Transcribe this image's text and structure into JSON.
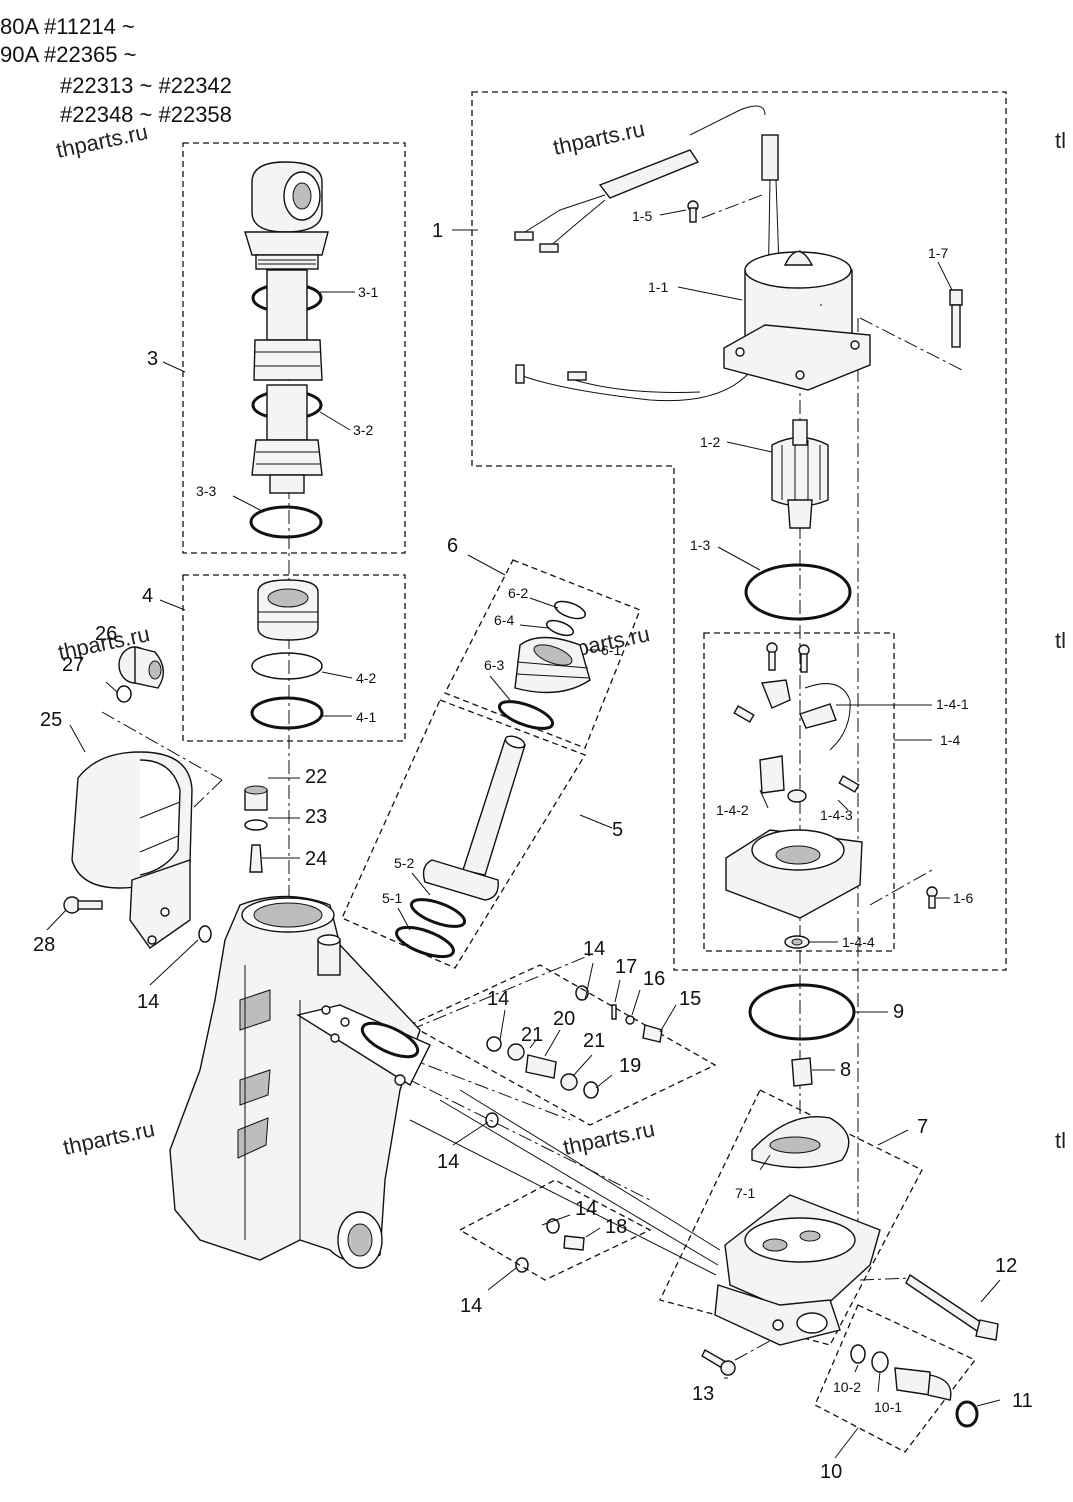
{
  "header_lines": [
    "80A  #11214 ~",
    "90A  #22365 ~",
    "#22313 ~ #22342",
    "#22348 ~ #22358"
  ],
  "watermark": "thparts.ru",
  "edge_fragment": "tl",
  "callouts": {
    "c1": "1",
    "c1_1": "1-1",
    "c1_2": "1-2",
    "c1_3": "1-3",
    "c1_4": "1-4",
    "c1_4_1": "1-4-1",
    "c1_4_2": "1-4-2",
    "c1_4_3": "1-4-3",
    "c1_4_4": "1-4-4",
    "c1_5": "1-5",
    "c1_6": "1-6",
    "c1_7": "1-7",
    "c3": "3",
    "c3_1": "3-1",
    "c3_2": "3-2",
    "c3_3": "3-3",
    "c4": "4",
    "c4_1": "4-1",
    "c4_2": "4-2",
    "c5": "5",
    "c5_1": "5-1",
    "c5_2": "5-2",
    "c6": "6",
    "c6_1": "6-1",
    "c6_2": "6-2",
    "c6_3": "6-3",
    "c6_4": "6-4",
    "c7": "7",
    "c7_1": "7-1",
    "c8": "8",
    "c9": "9",
    "c10": "10",
    "c10_1": "10-1",
    "c10_2": "10-2",
    "c11": "11",
    "c12": "12",
    "c13": "13",
    "c14": "14",
    "c15": "15",
    "c16": "16",
    "c17": "17",
    "c18": "18",
    "c19": "19",
    "c20": "20",
    "c21": "21",
    "c22": "22",
    "c23": "23",
    "c24": "24",
    "c25": "25",
    "c26": "26",
    "c27": "27",
    "c28": "28"
  }
}
